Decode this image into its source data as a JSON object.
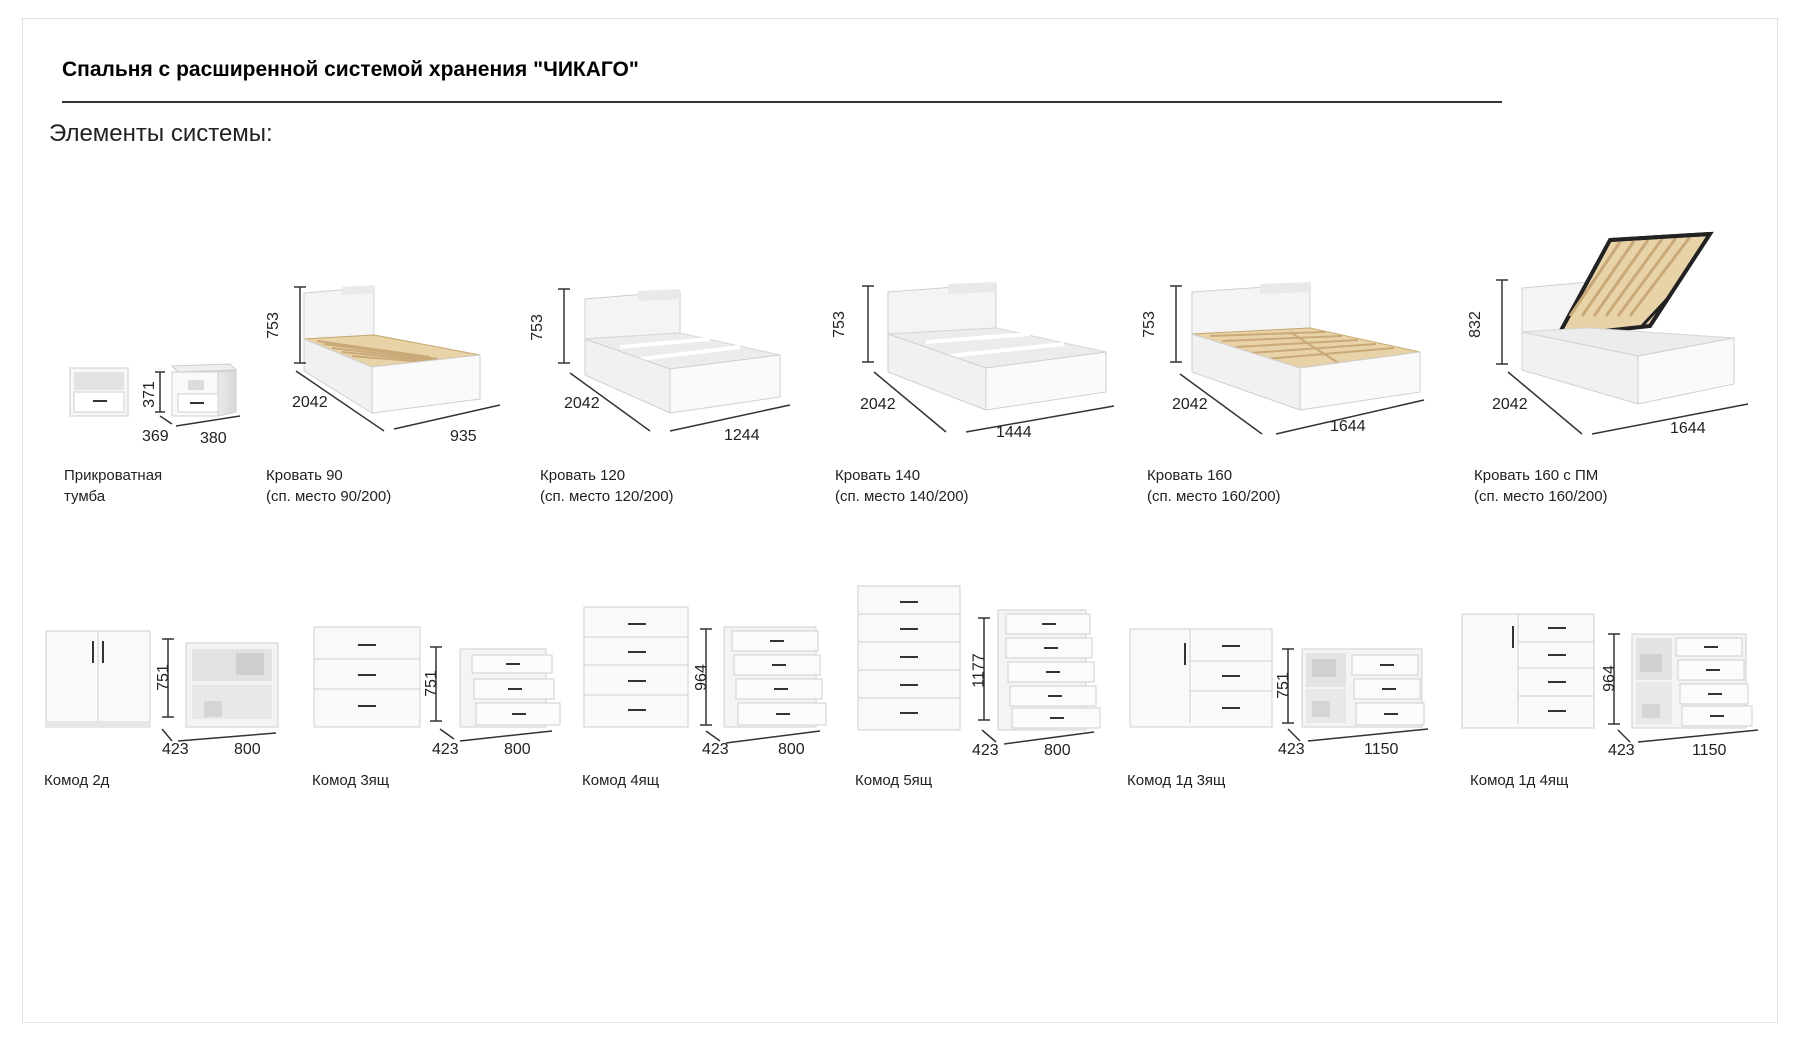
{
  "page": {
    "title": "Спальня с расширенной системой хранения \"ЧИКАГО\"",
    "subtitle": "Элементы системы:"
  },
  "row1": [
    {
      "name": "Прикроватная",
      "sub": "тумба",
      "dims": {
        "h": "371",
        "d": "369",
        "w": "380"
      }
    },
    {
      "name": "Кровать 90",
      "sub": "(сп. место 90/200)",
      "dims": {
        "h": "753",
        "d": "2042",
        "w": "935"
      }
    },
    {
      "name": "Кровать 120",
      "sub": "(сп. место 120/200)",
      "dims": {
        "h": "753",
        "d": "2042",
        "w": "1244"
      }
    },
    {
      "name": "Кровать 140",
      "sub": "(сп. место 140/200)",
      "dims": {
        "h": "753",
        "d": "2042",
        "w": "1444"
      }
    },
    {
      "name": "Кровать 160",
      "sub": "(сп. место 160/200)",
      "dims": {
        "h": "753",
        "d": "2042",
        "w": "1644"
      }
    },
    {
      "name": "Кровать 160 с ПМ",
      "sub": "(сп. место 160/200)",
      "dims": {
        "h": "832",
        "d": "2042",
        "w": "1644"
      }
    }
  ],
  "row2": [
    {
      "name": "Комод 2д",
      "dims": {
        "h": "751",
        "d": "423",
        "w": "800"
      }
    },
    {
      "name": "Комод 3ящ",
      "dims": {
        "h": "751",
        "d": "423",
        "w": "800"
      }
    },
    {
      "name": "Комод 4ящ",
      "dims": {
        "h": "964",
        "d": "423",
        "w": "800"
      }
    },
    {
      "name": "Комод 5ящ",
      "dims": {
        "h": "1177",
        "d": "423",
        "w": "800"
      }
    },
    {
      "name": "Комод 1д 3ящ",
      "dims": {
        "h": "751",
        "d": "423",
        "w": "1150"
      }
    },
    {
      "name": "Комод 1д 4ящ",
      "dims": {
        "h": "964",
        "d": "423",
        "w": "1150"
      }
    }
  ]
}
